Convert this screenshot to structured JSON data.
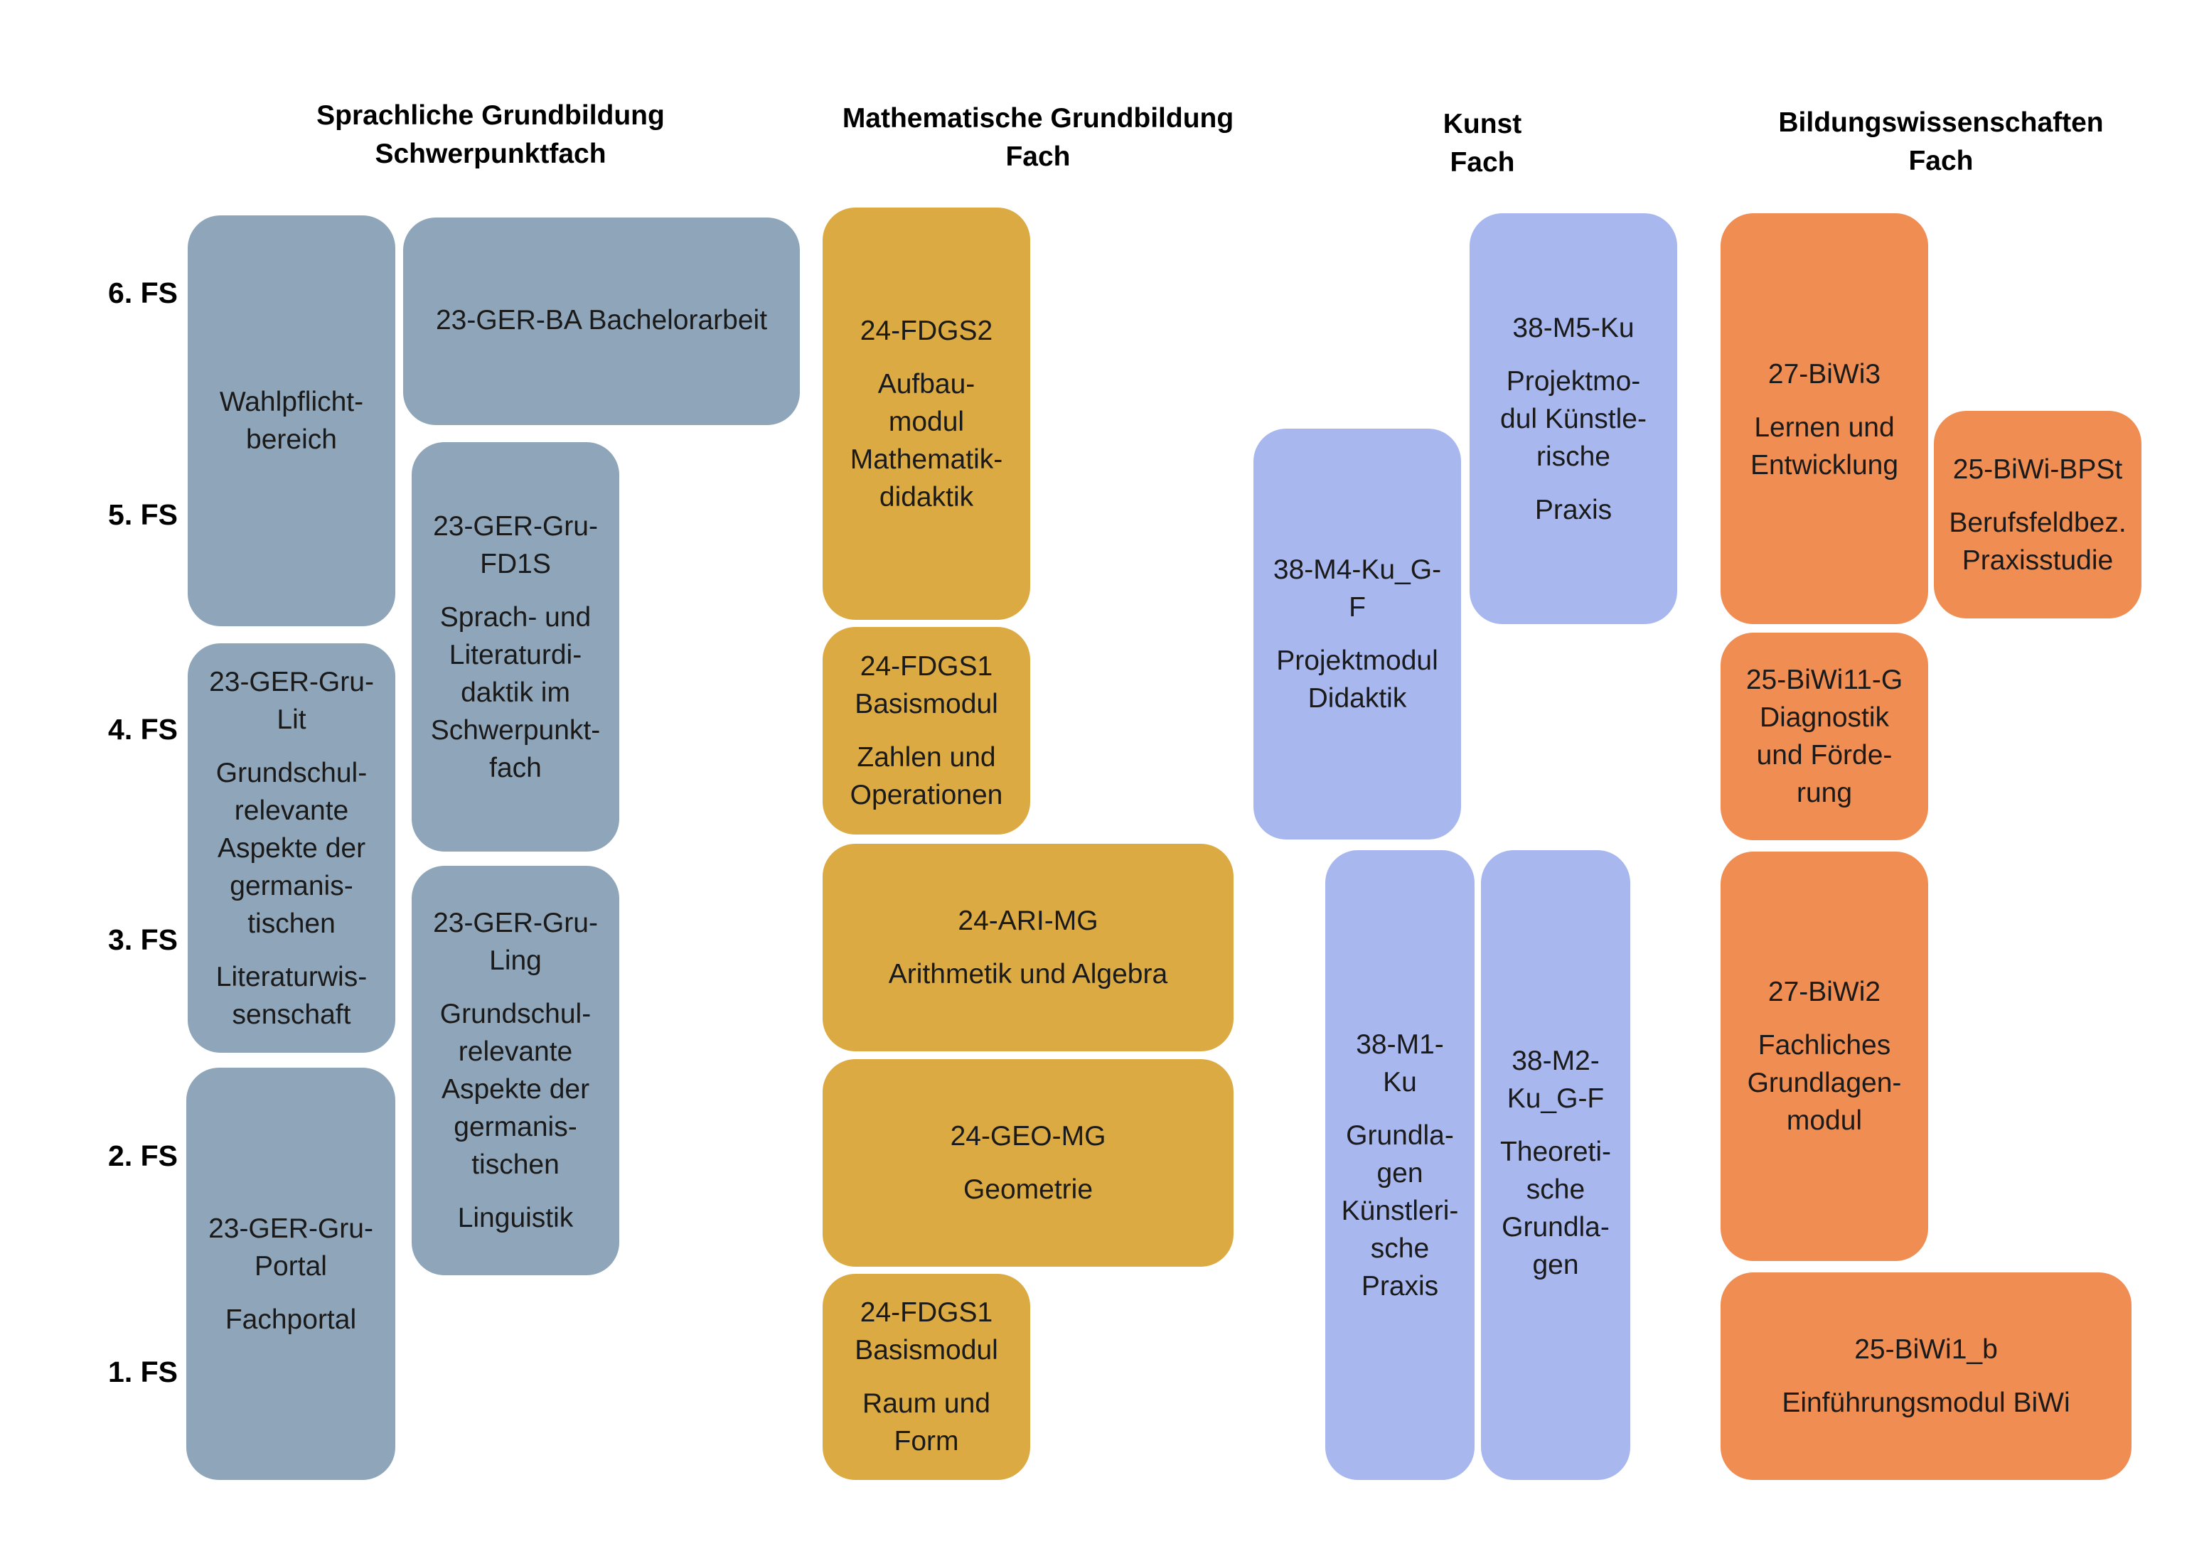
{
  "columns": [
    {
      "line1": "Sprachliche Grundbildung",
      "line2": "Schwerpunktfach"
    },
    {
      "line1": "Mathematische Grundbildung",
      "line2": "Fach"
    },
    {
      "line1": "Kunst",
      "line2": "Fach"
    },
    {
      "line1": "Bildungswissenschaften",
      "line2": "Fach"
    }
  ],
  "semesters": [
    "6. FS",
    "5. FS",
    "4. FS",
    "3. FS",
    "2. FS",
    "1. FS"
  ],
  "colors": {
    "sprachliche_grundbildung": "#8fa5b9",
    "mathematische_grundbildung": "#dcaa42",
    "kunst": "#a8b8ee",
    "bildungswissenschaften": "#f08d52"
  },
  "modules": {
    "wahlpflicht": {
      "id": "",
      "title": "Wahlpflicht-\nbereich"
    },
    "ger_ba": {
      "id": "23-GER-BA Bachelorarbeit",
      "title": ""
    },
    "ger_fd1s": {
      "id": "23-GER-Gru-\nFD1S",
      "title": "Sprach- und\nLiteraturdi-\ndaktik im\nSchwerpunkt-\nfach"
    },
    "ger_lit": {
      "id": "23-GER-Gru-\nLit",
      "title": "Grundschul-\nrelevante\nAspekte der\ngermanis-\ntischen",
      "title2": "Literaturwis-\nsenschaft"
    },
    "ger_ling": {
      "id": "23-GER-Gru-\nLing",
      "title": "Grundschul-\nrelevante\nAspekte der\ngermanis-\ntischen",
      "title2": "Linguistik"
    },
    "ger_portal": {
      "id": "23-GER-Gru-\nPortal",
      "title": "Fachportal"
    },
    "fdgs2": {
      "id": "24-FDGS2",
      "title": "Aufbau-\nmodul\nMathematik-\ndidaktik"
    },
    "fdgs1_zahlen": {
      "id": "24-FDGS1\nBasismodul",
      "title": "Zahlen und\nOperationen"
    },
    "ari_mg": {
      "id": "24-ARI-MG",
      "title": "Arithmetik und Algebra"
    },
    "geo_mg": {
      "id": "24-GEO-MG",
      "title": "Geometrie"
    },
    "fdgs1_raum": {
      "id": "24-FDGS1\nBasismodul",
      "title": "Raum und\nForm"
    },
    "m5_ku": {
      "id": "38-M5-Ku",
      "title": "Projektmo-\ndul Künstle-\nrische",
      "title2": "Praxis"
    },
    "m4_ku": {
      "id": "38-M4-Ku_G-\nF",
      "title": "Projektmodul\nDidaktik"
    },
    "m1_ku": {
      "id": "38-M1-\nKu",
      "title": "Grundla-\ngen\nKünstleri-\nsche\nPraxis"
    },
    "m2_ku": {
      "id": "38-M2-\nKu_G-F",
      "title": "Theoreti-\nsche\nGrundla-\ngen"
    },
    "biwi3": {
      "id": "27-BiWi3",
      "title": "Lernen und\nEntwicklung"
    },
    "biwi_bpst": {
      "id": "25-BiWi-BPSt",
      "title": "Berufsfeldbez.\nPraxisstudie"
    },
    "biwi11": {
      "id": "25-BiWi11-G",
      "title": "Diagnostik\nund Förde-\nrung"
    },
    "biwi2": {
      "id": "27-BiWi2",
      "title": "Fachliches\nGrundlagen-\nmodul"
    },
    "biwi1": {
      "id": "25-BiWi1_b",
      "title": "Einführungsmodul BiWi"
    }
  }
}
